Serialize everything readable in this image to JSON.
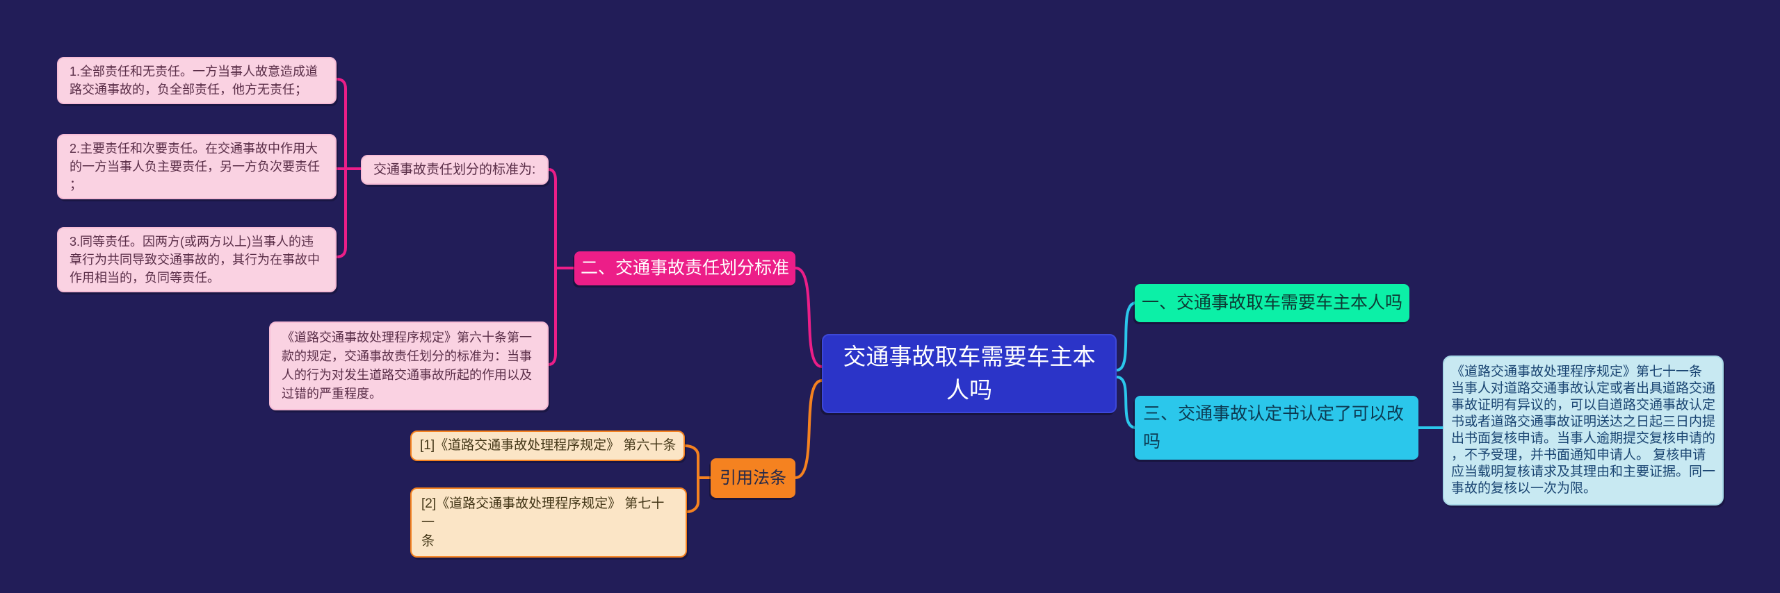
{
  "root": {
    "label": "交通事故取车需要车主本\n人吗"
  },
  "branches": {
    "responsibility_standard": {
      "label": "二、交通事故责任划分标准",
      "standard_note": "交通事故责任划分的标准为:",
      "items": [
        {
          "text": "1.全部责任和无责任。一方当事人故意造成道\n路交通事故的，负全部责任，他方无责任；"
        },
        {
          "text": "2.主要责任和次要责任。在交通事故中作用大\n的一方当事人负主要责任，另一方负次要责任\n；"
        },
        {
          "text": "3.同等责任。因两方(或两方以上)当事人的违\n章行为共同导致交通事故的，其行为在事故中\n作用相当的，负同等责任。"
        }
      ],
      "law_detail": "《道路交通事故处理程序规定》第六十条第一\n款的规定，交通事故责任划分的标准为：当事\n人的行为对发生道路交通事故所起的作用以及\n过错的严重程度。"
    },
    "pickup": {
      "label": "一、交通事故取车需要车主本人吗"
    },
    "modify": {
      "label": "三、交通事故认定书认定了可以改\n吗",
      "law_detail": "《道路交通事故处理程序规定》第七十一条\n当事人对道路交通事故认定或者出具道路交通\n事故证明有异议的，可以自道路交通事故认定\n书或者道路交通事故证明送达之日起三日内提\n出书面复核申请。当事人逾期提交复核申请的\n，不予受理，并书面通知申请人。 复核申请\n应当载明复核请求及其理由和主要证据。同一\n事故的复核以一次为限。"
    },
    "citations": {
      "label": "引用法条",
      "items": [
        {
          "text": "[1]《道路交通事故处理程序规定》 第六十条"
        },
        {
          "text": "[2]《道路交通事故处理程序规定》 第七十一\n条"
        }
      ]
    }
  },
  "colors": {
    "background": "#221d58",
    "root_fill": "#2b34c8",
    "branch_pink": "#ec1e88",
    "branch_green": "#0cf0a7",
    "branch_cyan": "#2bc7eb",
    "branch_orange": "#f58220",
    "detail_pink_fill": "#fad2e2",
    "detail_cream_fill": "#fbe5c6",
    "detail_lightcyan_fill": "#c8e9f2"
  }
}
